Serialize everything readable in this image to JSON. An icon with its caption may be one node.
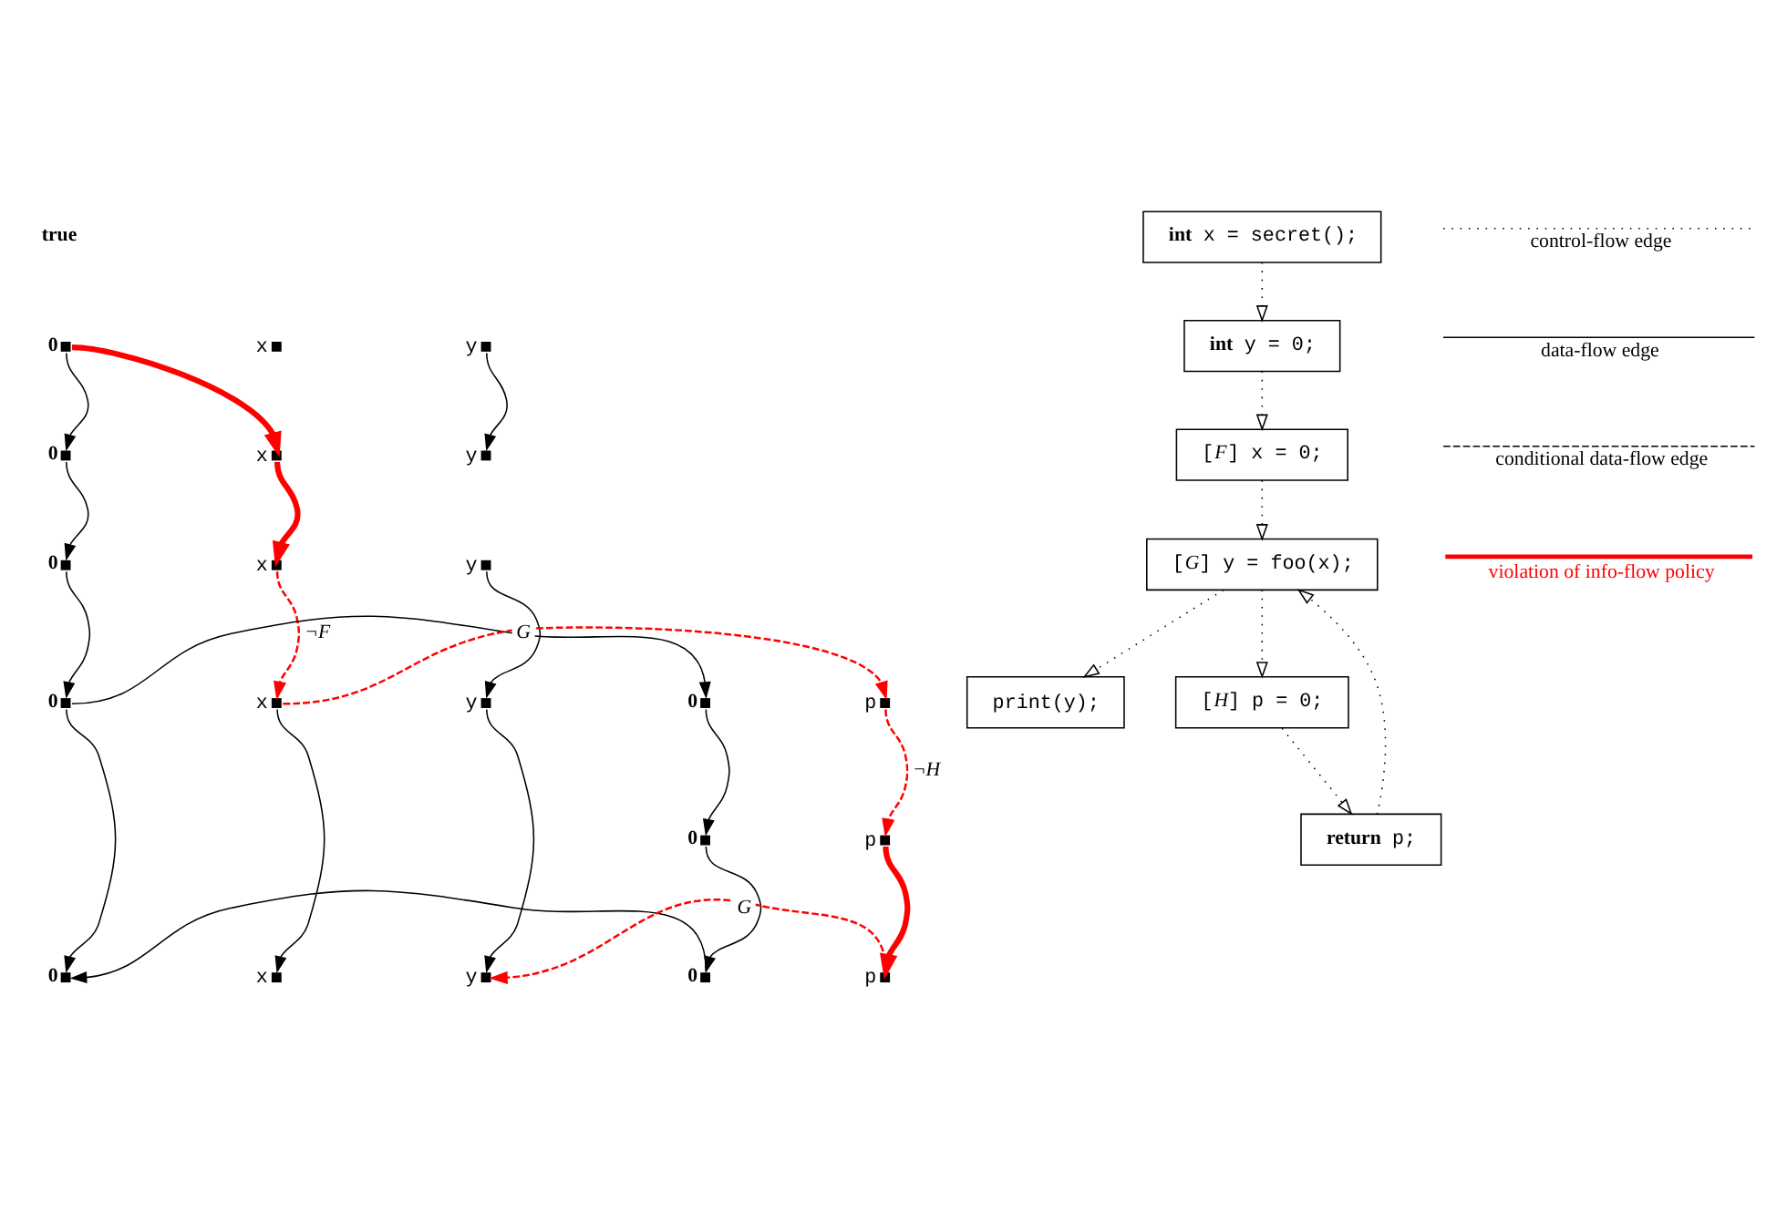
{
  "diagram": {
    "nodes": [
      {
        "text": [
          "0"
        ]
      },
      {
        "text": [
          "x"
        ]
      },
      {
        "text": [
          "y"
        ]
      },
      {
        "text": [
          "0"
        ]
      },
      {
        "text": [
          "x"
        ]
      },
      {
        "text": [
          "y"
        ]
      },
      {
        "text": [
          "0"
        ]
      },
      {
        "text": [
          "x"
        ]
      },
      {
        "text": [
          "y"
        ]
      },
      {
        "text": [
          "0"
        ]
      },
      {
        "text": [
          "x"
        ]
      },
      {
        "text": [
          "y"
        ]
      },
      {
        "text": [
          "0"
        ]
      },
      {
        "text": [
          "x"
        ]
      },
      {
        "text": [
          "y"
        ]
      },
      {
        "text": [
          "**int** x = secret();"
        ]
      },
      {
        "text": [
          "**int** y = 0;"
        ]
      },
      {
        "text": [
          "[*F*] x = 0;"
        ]
      },
      {
        "text": [
          "[*G*] y = foo(x);"
        ]
      },
      {
        "text": [
          "print(y);"
        ]
      },
      {
        "text": [
          "0"
        ]
      },
      {
        "text": [
          "p"
        ]
      },
      {
        "text": [
          "0"
        ]
      },
      {
        "text": [
          "p"
        ]
      },
      {
        "text": [
          "0"
        ]
      },
      {
        "text": [
          "p"
        ]
      },
      {
        "text": [
          "[*H*] p = 0;"
        ]
      },
      {
        "text": [
          "**return** p;"
        ]
      }
    ],
    "edges": [
      {
        "from": 0,
        "to": 3,
        "arrow": "to"
      },
      {
        "from": 3,
        "to": 6,
        "arrow": "to"
      },
      {
        "from": 6,
        "to": 9,
        "arrow": "to"
      },
      {
        "from": 9,
        "to": 12,
        "arrow": "to"
      },
      {
        "from": 0,
        "to": 4,
        "arrow": "to",
        "style": "thick",
        "color": "#ff0000"
      },
      {
        "from": 4,
        "to": 7,
        "arrow": "to",
        "style": "thick",
        "color": "#ff0000"
      },
      {
        "from": 7,
        "to": 10,
        "arrow": "to",
        "style": "dashed",
        "color": "#ff0000",
        "label": "¬F"
      },
      {
        "from": 10,
        "to": 13,
        "arrow": "to"
      },
      {
        "from": 2,
        "to": 5,
        "arrow": "to"
      },
      {
        "from": 8,
        "to": 11,
        "arrow": "to"
      },
      {
        "from": 11,
        "to": 14,
        "arrow": "to"
      },
      {
        "from": 15,
        "to": 16,
        "arrow": "to",
        "style": "dashed"
      },
      {
        "from": 16,
        "to": 17,
        "arrow": "to",
        "style": "dashed"
      },
      {
        "from": 17,
        "to": 18,
        "arrow": "to",
        "style": "dashed"
      },
      {
        "from": 18,
        "to": 19,
        "arrow": "to",
        "style": "dashed"
      },
      {
        "from": 9,
        "to": 20,
        "arrow": "to"
      },
      {
        "from": 10,
        "to": 21,
        "arrow": "to",
        "style": "dashed",
        "color": "#ff0000",
        "label": "G"
      },
      {
        "from": 18,
        "to": 26,
        "arrow": "to",
        "style": "dashed"
      },
      {
        "from": 20,
        "to": 22,
        "arrow": "to"
      },
      {
        "from": 22,
        "to": 24,
        "arrow": "to"
      },
      {
        "from": 21,
        "to": 23,
        "arrow": "to",
        "style": "dashed",
        "color": "#ff0000",
        "label": "¬H"
      },
      {
        "from": 23,
        "to": 25,
        "arrow": "to",
        "style": "thick",
        "color": "#ff0000"
      },
      {
        "from": 26,
        "to": 27,
        "arrow": "to",
        "style": "dashed"
      },
      {
        "from": 24,
        "to": 12,
        "arrow": "to"
      },
      {
        "from": 25,
        "to": 14,
        "arrow": "to",
        "style": "dashed",
        "color": "#ff0000",
        "label": "G"
      },
      {
        "from": 27,
        "to": 18,
        "arrow": "to",
        "style": "dashed"
      }
    ],
    "labels": [
      "true"
    ],
    "legend": [
      {
        "text": "control-flow edge"
      },
      {
        "text": "data-flow edge"
      },
      {
        "text": "conditional data-flow edge"
      },
      {
        "text": "violation of info-flow policy"
      }
    ]
  }
}
